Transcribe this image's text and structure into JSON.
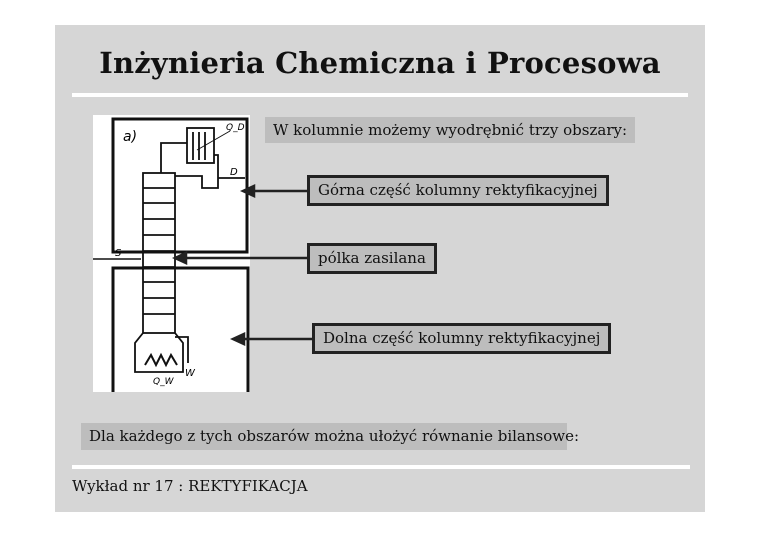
{
  "title": "Inżynieria Chemiczna i Procesowa",
  "intro": "W kolumnie możemy wyodrębnić trzy obszary:",
  "regions": {
    "upper": "Górna część kolumny rektyfikacyjnej",
    "feed": "pólka zasilana",
    "lower": "Dolna część kolumny rektyfikacyjnej"
  },
  "diagram_labels": {
    "panel": "a)",
    "condenser_heat": "Q_D",
    "distillate": "D",
    "feed": "S",
    "bottoms": "W",
    "reboiler_heat": "Q_W"
  },
  "balance_note": "Dla każdego z tych obszarów można ułożyć równanie bilansowe:",
  "footer": "Wykład nr 17  : REKTYFIKACJA"
}
